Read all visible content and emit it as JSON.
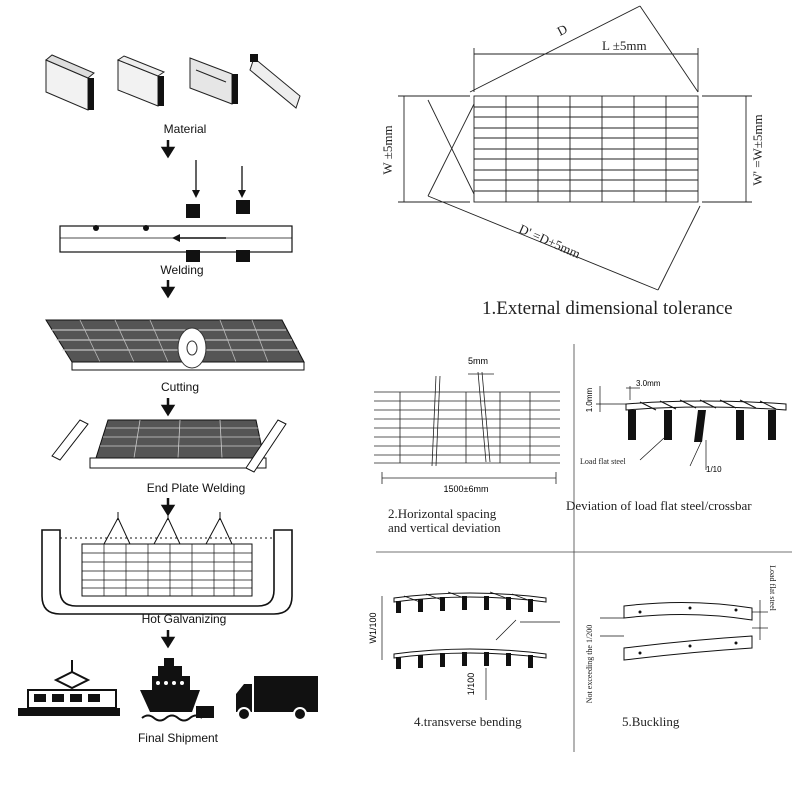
{
  "process": {
    "material": "Material",
    "welding": "Welding",
    "cutting": "Cutting",
    "end_plate": "End Plate Welding",
    "galvanizing": "Hot Galvanizing",
    "shipment": "Final Shipment"
  },
  "tolerance": {
    "title": "1.External dimensional tolerance",
    "D": "D",
    "L": "L ±5mm",
    "W": "W ±5mm",
    "W_prime": "W' =W±5mm",
    "D_prime": "D' =D±5mm"
  },
  "spacing": {
    "top_dim": "5mm",
    "bottom_dim": "1500±6mm",
    "caption_line1": "2.Horizontal spacing",
    "caption_line2": "and vertical deviation"
  },
  "deviation": {
    "dim_h": "3.0mm",
    "dim_v": "1.0mm",
    "load_label": "Load flat steel",
    "ratio": "1/10",
    "caption": "Deviation of load flat steel/crossbar"
  },
  "bending": {
    "w_label": "W1/100",
    "l_label": "1/100",
    "caption": "4.transverse bending"
  },
  "buckling": {
    "side_label": "Not exceeding the 1/200",
    "load_label": "Load flat steel",
    "caption": "5.Buckling"
  }
}
